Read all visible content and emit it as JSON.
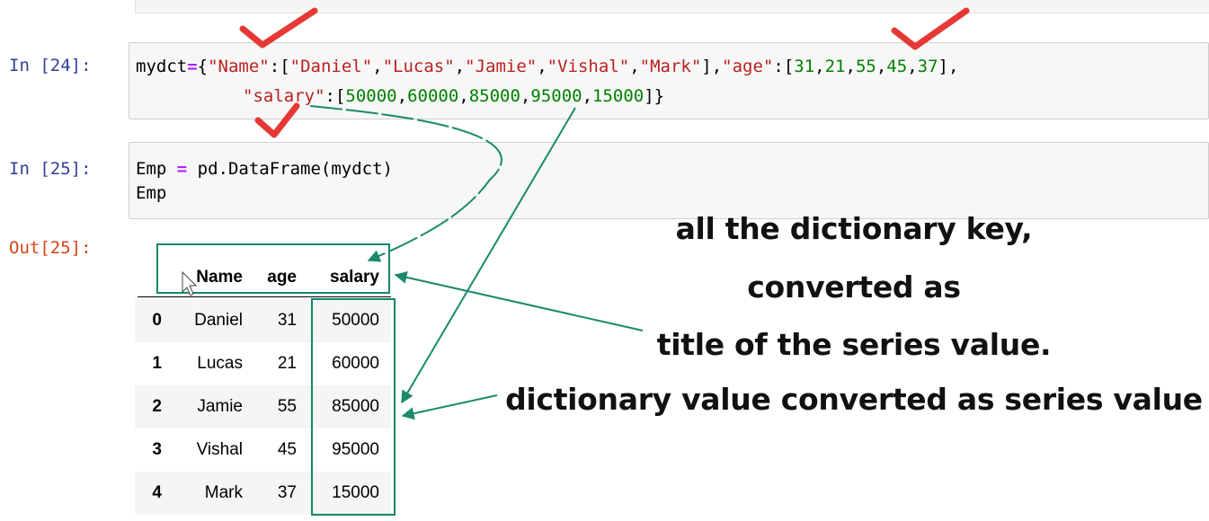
{
  "cells": {
    "cell24": {
      "prompt": "In [24]:",
      "line1": [
        {
          "t": "mydct",
          "k": "p"
        },
        {
          "t": "=",
          "k": "o"
        },
        {
          "t": "{",
          "k": "p"
        },
        {
          "t": "\"Name\"",
          "k": "s"
        },
        {
          "t": ":[",
          "k": "p"
        },
        {
          "t": "\"Daniel\"",
          "k": "s"
        },
        {
          "t": ",",
          "k": "p"
        },
        {
          "t": "\"Lucas\"",
          "k": "s"
        },
        {
          "t": ",",
          "k": "p"
        },
        {
          "t": "\"Jamie\"",
          "k": "s"
        },
        {
          "t": ",",
          "k": "p"
        },
        {
          "t": "\"Vishal\"",
          "k": "s"
        },
        {
          "t": ",",
          "k": "p"
        },
        {
          "t": "\"Mark\"",
          "k": "s"
        },
        {
          "t": "],",
          "k": "p"
        },
        {
          "t": "\"age\"",
          "k": "s"
        },
        {
          "t": ":[",
          "k": "p"
        },
        {
          "t": "31",
          "k": "n"
        },
        {
          "t": ",",
          "k": "p"
        },
        {
          "t": "21",
          "k": "n"
        },
        {
          "t": ",",
          "k": "p"
        },
        {
          "t": "55",
          "k": "n"
        },
        {
          "t": ",",
          "k": "p"
        },
        {
          "t": "45",
          "k": "n"
        },
        {
          "t": ",",
          "k": "p"
        },
        {
          "t": "37",
          "k": "n"
        },
        {
          "t": "],",
          "k": "p"
        }
      ],
      "line2": [
        {
          "t": "\"salary\"",
          "k": "s"
        },
        {
          "t": ":[",
          "k": "p"
        },
        {
          "t": "50000",
          "k": "n"
        },
        {
          "t": ",",
          "k": "p"
        },
        {
          "t": "60000",
          "k": "n"
        },
        {
          "t": ",",
          "k": "p"
        },
        {
          "t": "85000",
          "k": "n"
        },
        {
          "t": ",",
          "k": "p"
        },
        {
          "t": "95000",
          "k": "n"
        },
        {
          "t": ",",
          "k": "p"
        },
        {
          "t": "15000",
          "k": "n"
        },
        {
          "t": "]}",
          "k": "p"
        }
      ]
    },
    "cell25": {
      "prompt": "In [25]:",
      "line1": [
        {
          "t": "Emp ",
          "k": "p"
        },
        {
          "t": "=",
          "k": "o"
        },
        {
          "t": " pd.DataFrame(mydct)",
          "k": "p"
        }
      ],
      "line2": [
        {
          "t": "Emp",
          "k": "p"
        }
      ]
    },
    "out25": {
      "prompt": "Out[25]:"
    }
  },
  "dataframe": {
    "columns": [
      "Name",
      "age",
      "salary"
    ],
    "rows": [
      {
        "index": "0",
        "Name": "Daniel",
        "age": "31",
        "salary": "50000"
      },
      {
        "index": "1",
        "Name": "Lucas",
        "age": "21",
        "salary": "60000"
      },
      {
        "index": "2",
        "Name": "Jamie",
        "age": "55",
        "salary": "85000"
      },
      {
        "index": "3",
        "Name": "Vishal",
        "age": "45",
        "salary": "95000"
      },
      {
        "index": "4",
        "Name": "Mark",
        "age": "37",
        "salary": "15000"
      }
    ]
  },
  "annotations": {
    "callout_lines": [
      "all the dictionary key,",
      "converted as",
      "title of the series value.",
      "dictionary value converted as series value"
    ],
    "arrow_color": "#1a8a6a",
    "checkmark_color": "#e53935",
    "highlight_color": "#16866a"
  }
}
